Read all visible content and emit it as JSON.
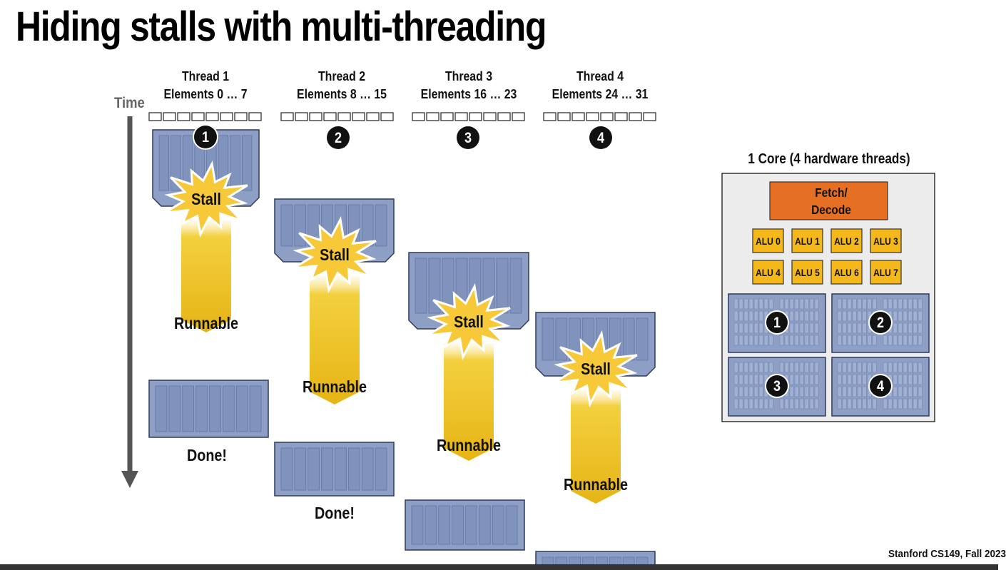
{
  "title": "Hiding stalls with multi-threading",
  "time_axis_label": "Time",
  "threads": [
    {
      "name": "Thread 1",
      "elements": "Elements 0 … 7",
      "number": "1"
    },
    {
      "name": "Thread 2",
      "elements": "Elements 8 … 15",
      "number": "2"
    },
    {
      "name": "Thread 3",
      "elements": "Elements 16 … 23",
      "number": "3"
    },
    {
      "name": "Thread 4",
      "elements": "Elements 24 … 31",
      "number": "4"
    }
  ],
  "stall_label": "Stall",
  "runnable_label": "Runnable",
  "done_label": "Done!",
  "core": {
    "title": "1 Core (4 hardware threads)",
    "fetch_decode": [
      "Fetch/",
      "Decode"
    ],
    "alus": [
      "ALU 0",
      "ALU 1",
      "ALU 2",
      "ALU 3",
      "ALU 4",
      "ALU 5",
      "ALU 6",
      "ALU 7"
    ],
    "contexts": [
      "1",
      "2",
      "3",
      "4"
    ]
  },
  "footer": "Stanford CS149, Fall 2023",
  "colors": {
    "context_fill": "#8d9fc5",
    "context_stroke": "#2d3a5c",
    "stall_fill": "#f7c938",
    "runnable_fill": "#eebf1a",
    "fetch_fill": "#e56f22",
    "alu_fill": "#f5b81b",
    "core_bg": "#ececec"
  }
}
